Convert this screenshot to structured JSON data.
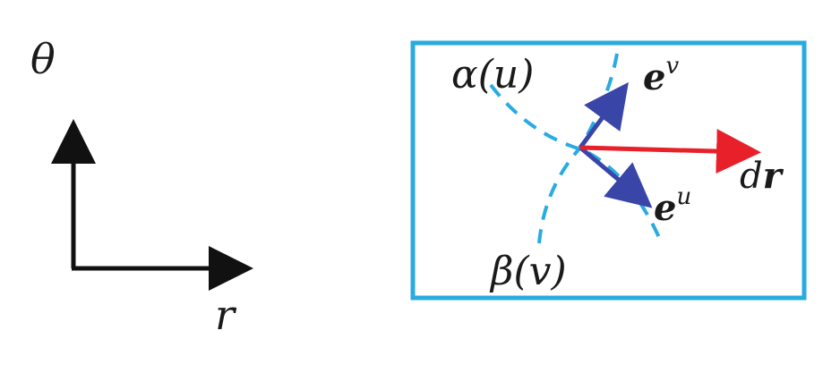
{
  "axes": {
    "vertical_label": "θ",
    "horizontal_label": "r",
    "color": "#111111"
  },
  "panel": {
    "border_color": "#29abe2",
    "curve_alpha_label": "α(u)",
    "curve_beta_label": "β(v)",
    "curve_color": "#29abe2",
    "vector_ev_label_base": "e",
    "vector_ev_label_sup": "v",
    "vector_eu_label_base": "e",
    "vector_eu_label_sup": "u",
    "basis_vector_color": "#3a45a8",
    "dr_label_prefix": "d",
    "dr_label_bold": "r",
    "dr_color": "#e8202a"
  }
}
